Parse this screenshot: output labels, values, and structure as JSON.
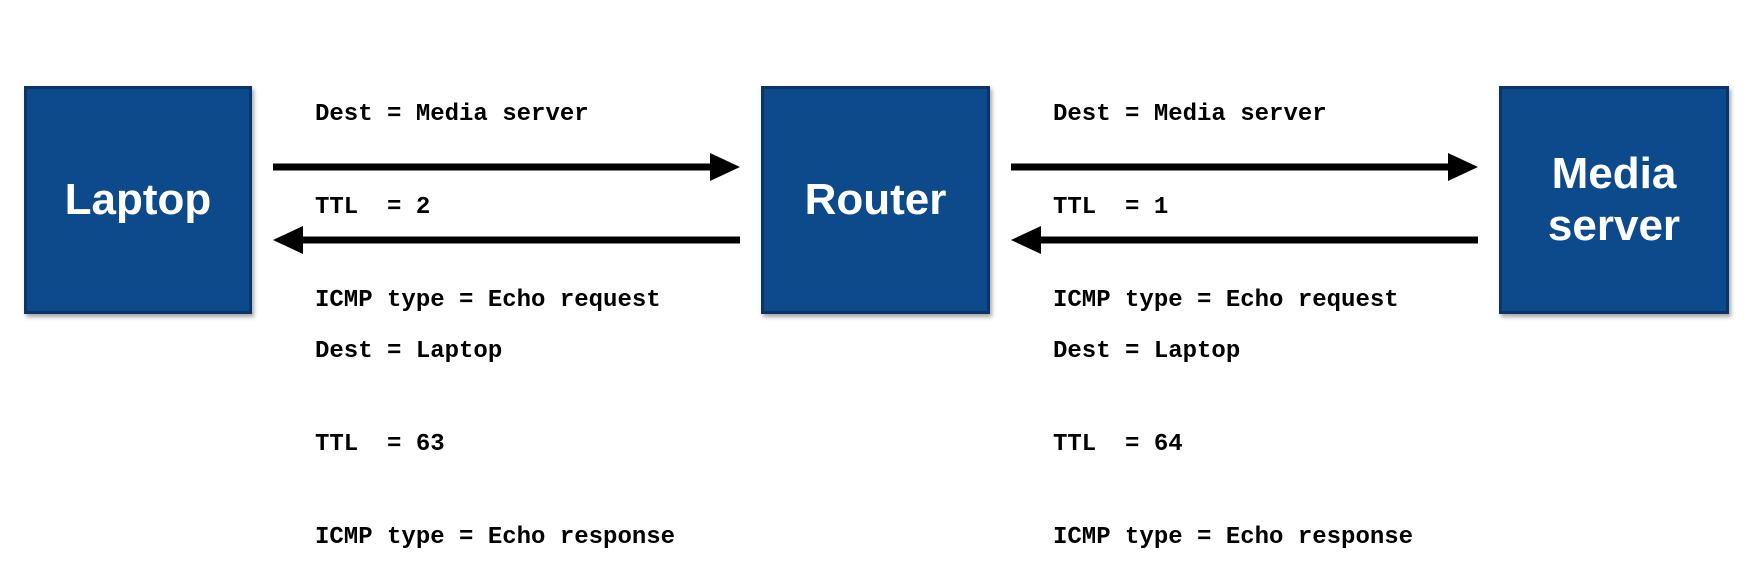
{
  "colors": {
    "node_fill": "#0d4a8c",
    "node_border": "#0a3566",
    "node_text": "#ffffff",
    "arrow": "#000000",
    "text": "#000000"
  },
  "nodes": {
    "laptop": {
      "label": "Laptop"
    },
    "router": {
      "label": "Router"
    },
    "media_server": {
      "label": "Media\nserver"
    }
  },
  "packets": {
    "laptop_to_router": {
      "line1": "Dest = Media server",
      "line2": "TTL  = 2",
      "line3": "ICMP type = Echo request"
    },
    "router_to_media": {
      "line1": "Dest = Media server",
      "line2": "TTL  = 1",
      "line3": "ICMP type = Echo request"
    },
    "router_to_laptop": {
      "line1": "Dest = Laptop",
      "line2": "TTL  = 63",
      "line3": "ICMP type = Echo response"
    },
    "media_to_router": {
      "line1": "Dest = Laptop",
      "line2": "TTL  = 64",
      "line3": "ICMP type = Echo response"
    }
  }
}
